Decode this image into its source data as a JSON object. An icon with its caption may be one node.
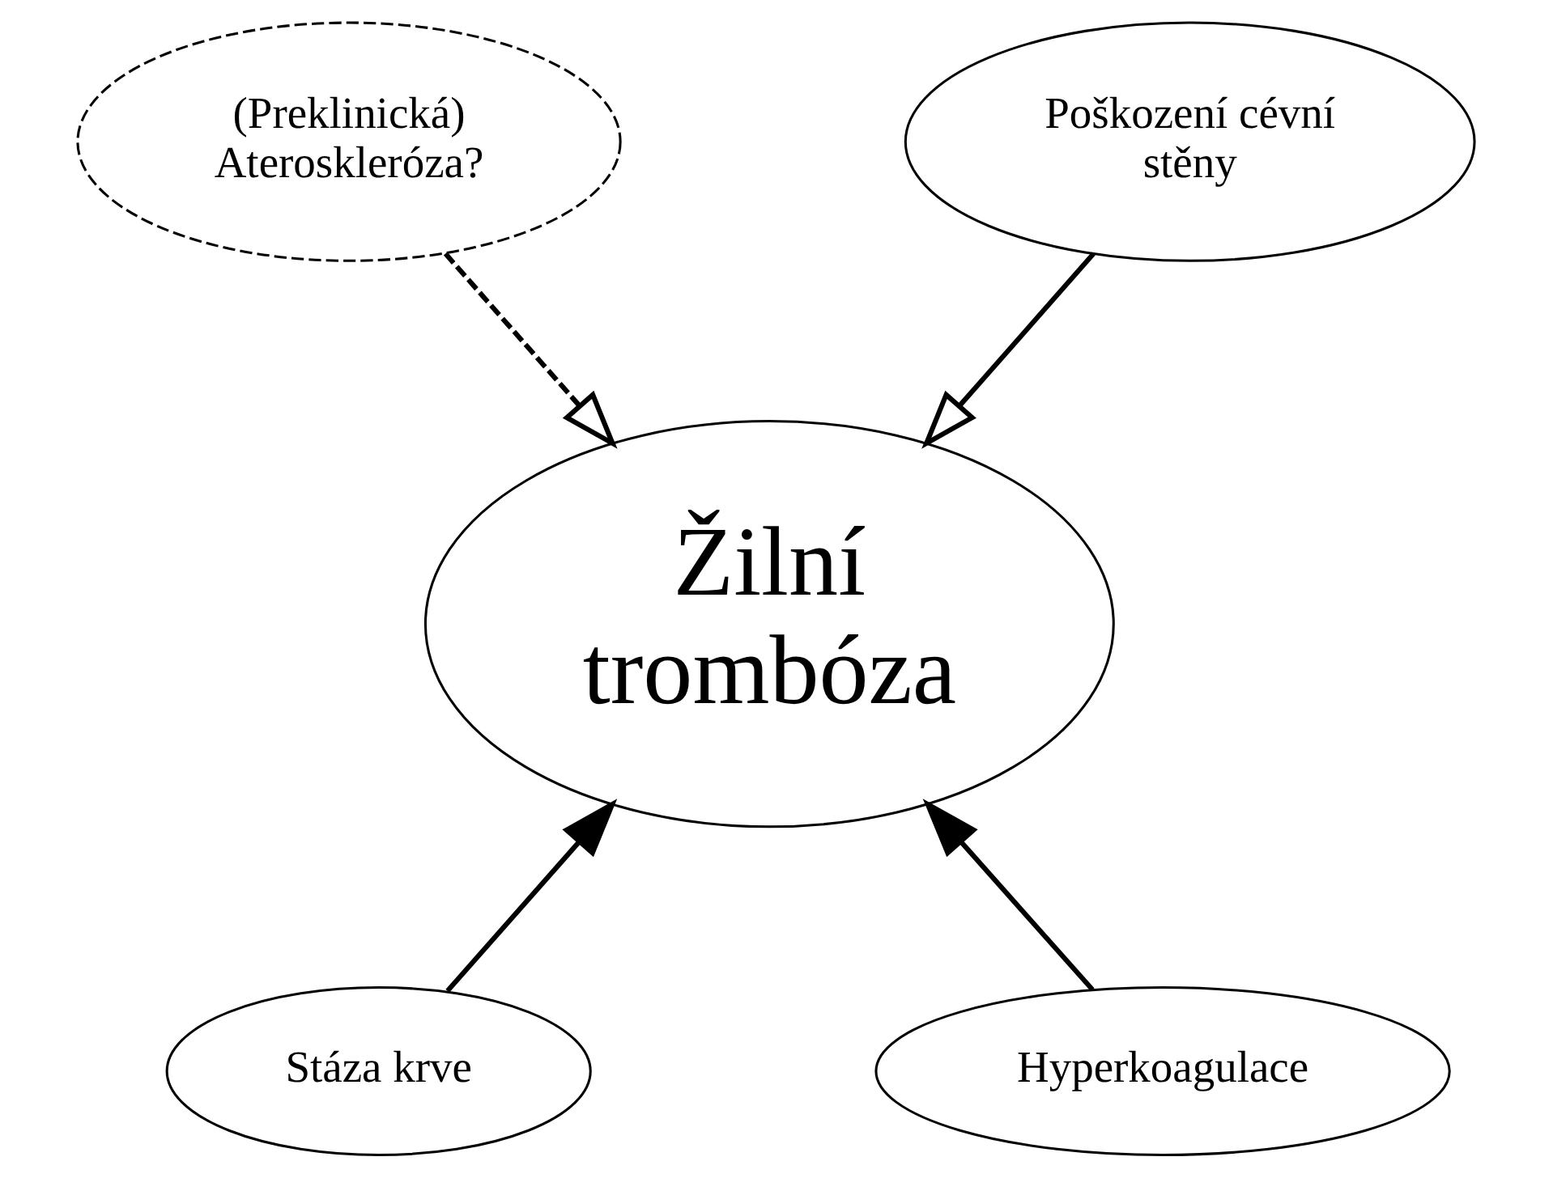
{
  "diagram": {
    "nodes": [
      {
        "text": [
          "(Preklinická) Ateroskleróza?"
        ]
      },
      {
        "text": [
          "Poškození cévní stěny"
        ]
      },
      {
        "text": [
          "Žilní trombóza"
        ]
      },
      {
        "text": [
          "Stáza krve"
        ]
      },
      {
        "text": [
          "Hyperkoagulace"
        ]
      }
    ],
    "edges": [
      {
        "from": 0,
        "to": 2,
        "arrow": "to",
        "style": "dashed"
      },
      {
        "from": 1,
        "to": 2,
        "arrow": "to"
      },
      {
        "from": 3,
        "to": 2,
        "arrow": "to"
      },
      {
        "from": 4,
        "to": 2,
        "arrow": "to"
      }
    ]
  }
}
